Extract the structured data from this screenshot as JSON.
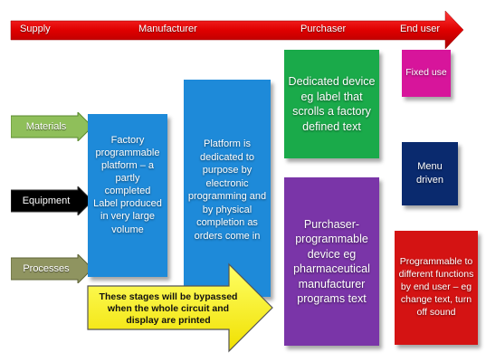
{
  "stages": {
    "supply": "Supply",
    "manufacturer": "Manufacturer",
    "purchaser": "Purchaser",
    "end_user": "End user"
  },
  "inputs": {
    "materials": "Materials",
    "equipment": "Equipment",
    "processes": "Processes"
  },
  "boxes": {
    "factory": "Factory programmable platform – a partly completed Label produced in very large volume",
    "platform": "Platform is dedicated to purpose by electronic programming and by physical completion as orders come in",
    "dedicated": "Dedicated device eg label that scrolls  a factory defined text",
    "purchaser": "Purchaser-programmable device eg pharmaceutical manufacturer programs text",
    "fixed": "Fixed use",
    "menu": "Menu driven",
    "programmable": "Programmable to different functions by end user – eg change text, turn off sound"
  },
  "callout": "These stages will be bypassed when the whole circuit and display are printed",
  "colors": {
    "red": "#e00000",
    "blue": "#1e8ad9",
    "green": "#1aaa4a",
    "purple": "#7a35a8",
    "magenta": "#d7159b",
    "navy": "#0a2a6e",
    "yellow": "#ffff00",
    "materials_green": "#8fbf5a",
    "equipment_black": "#000000",
    "processes_olive": "#8f9460"
  }
}
